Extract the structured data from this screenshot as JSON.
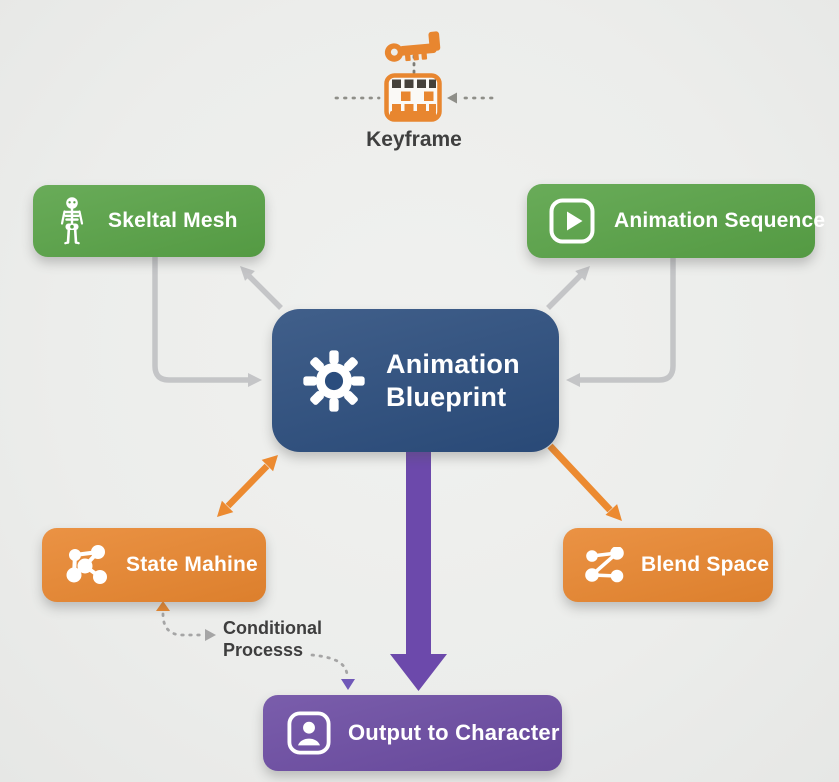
{
  "palette": {
    "background": "#ecedeb",
    "green": "#58a246",
    "orange": "#e8862f",
    "blue": "#2b4d7d",
    "purple_box": "#6b4ba2",
    "purple_arrow": "#6c49ab",
    "gray_arrow": "#c4c5c7",
    "dashed_gray": "#a5a5a5",
    "text_dark": "#3f3f3f"
  },
  "keyframe": {
    "label": "Keyframe",
    "icons": [
      "key-icon",
      "film-strip-icon"
    ]
  },
  "nodes": {
    "skeletal_mesh": {
      "label": "Skeltal Mesh",
      "icon": "skeleton-icon",
      "color": "#58a246"
    },
    "animation_sequence": {
      "label": "Animation Sequence",
      "icon": "play-icon",
      "color": "#58a246"
    },
    "animation_blueprint": {
      "label": "Animation Blueprint",
      "icon": "gear-icon",
      "color": "#2b4d7d"
    },
    "state_machine": {
      "label": "State Mahine",
      "icon": "state-machine-icon",
      "color": "#e8862f"
    },
    "blend_space": {
      "label": "Blend Space",
      "icon": "blend-space-icon",
      "color": "#e8862f"
    },
    "output_to_character": {
      "label": "Output to Character",
      "icon": "person-icon",
      "color": "#6b4ba2"
    }
  },
  "annotations": {
    "conditional_process": "Conditional Processs"
  }
}
